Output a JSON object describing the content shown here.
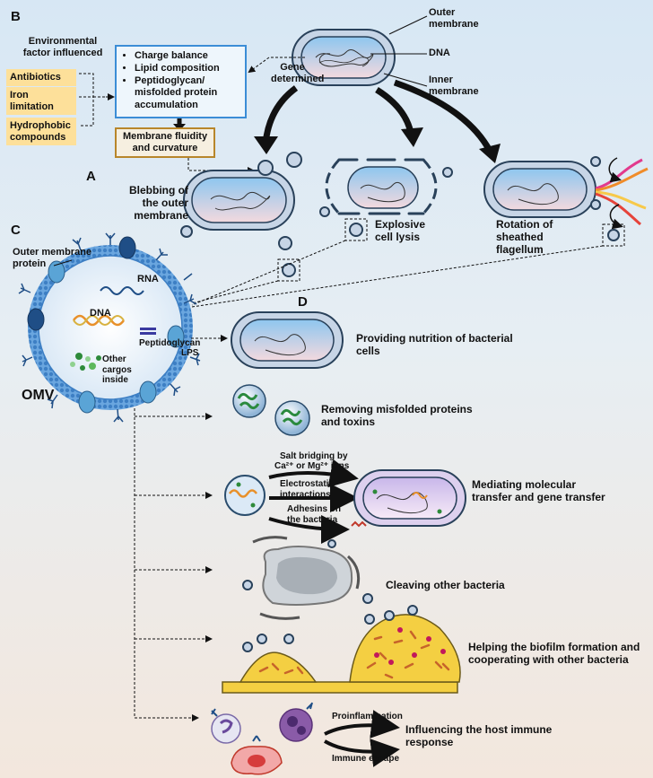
{
  "panels": {
    "a": "A",
    "b": "B",
    "c": "C",
    "d": "D"
  },
  "panel_b": {
    "env_title": "Environmental factor influenced",
    "factors": [
      "Antibiotics",
      "Iron limitation",
      "Hydrophobic compounds"
    ],
    "blue_items": [
      "Charge balance",
      "Lipid composition",
      "Peptidoglycan/ misfolded protein accumulation"
    ],
    "brown_box": "Membrane fluidity and curvature",
    "gene_determined": "Gene determined"
  },
  "cell_labels": {
    "outer": "Outer membrane",
    "dna": "DNA",
    "inner": "Inner membrane"
  },
  "panel_a": {
    "blebbing": "Blebbing of the outer membrane",
    "lysis": "Explosive cell lysis",
    "flagellum": "Rotation of sheathed flagellum"
  },
  "panel_c": {
    "omp": "Outer membrane protein",
    "rna": "RNA",
    "dna": "DNA",
    "peptidoglycan": "Peptidoglycan",
    "lps": "LPS",
    "other": "Other cargos inside",
    "omv": "OMV"
  },
  "panel_d": {
    "nutrition": "Providing nutrition of bacterial cells",
    "removing": "Removing misfolded proteins and toxins",
    "salt_a": "Salt bridging by",
    "salt_b": "Ca²⁺ or Mg²⁺ ions",
    "electro": "Electrostatic interactions",
    "adhesins": "Adhesins on the bacteria",
    "mediating": "Mediating molecular transfer and gene transfer",
    "cleaving": "Cleaving other bacteria",
    "biofilm": "Helping the biofilm formation and cooperating with other bacteria",
    "proinflammation": "Proinflammation",
    "immune_escape": "Immune escape",
    "host": "Influencing the host immune response"
  }
}
